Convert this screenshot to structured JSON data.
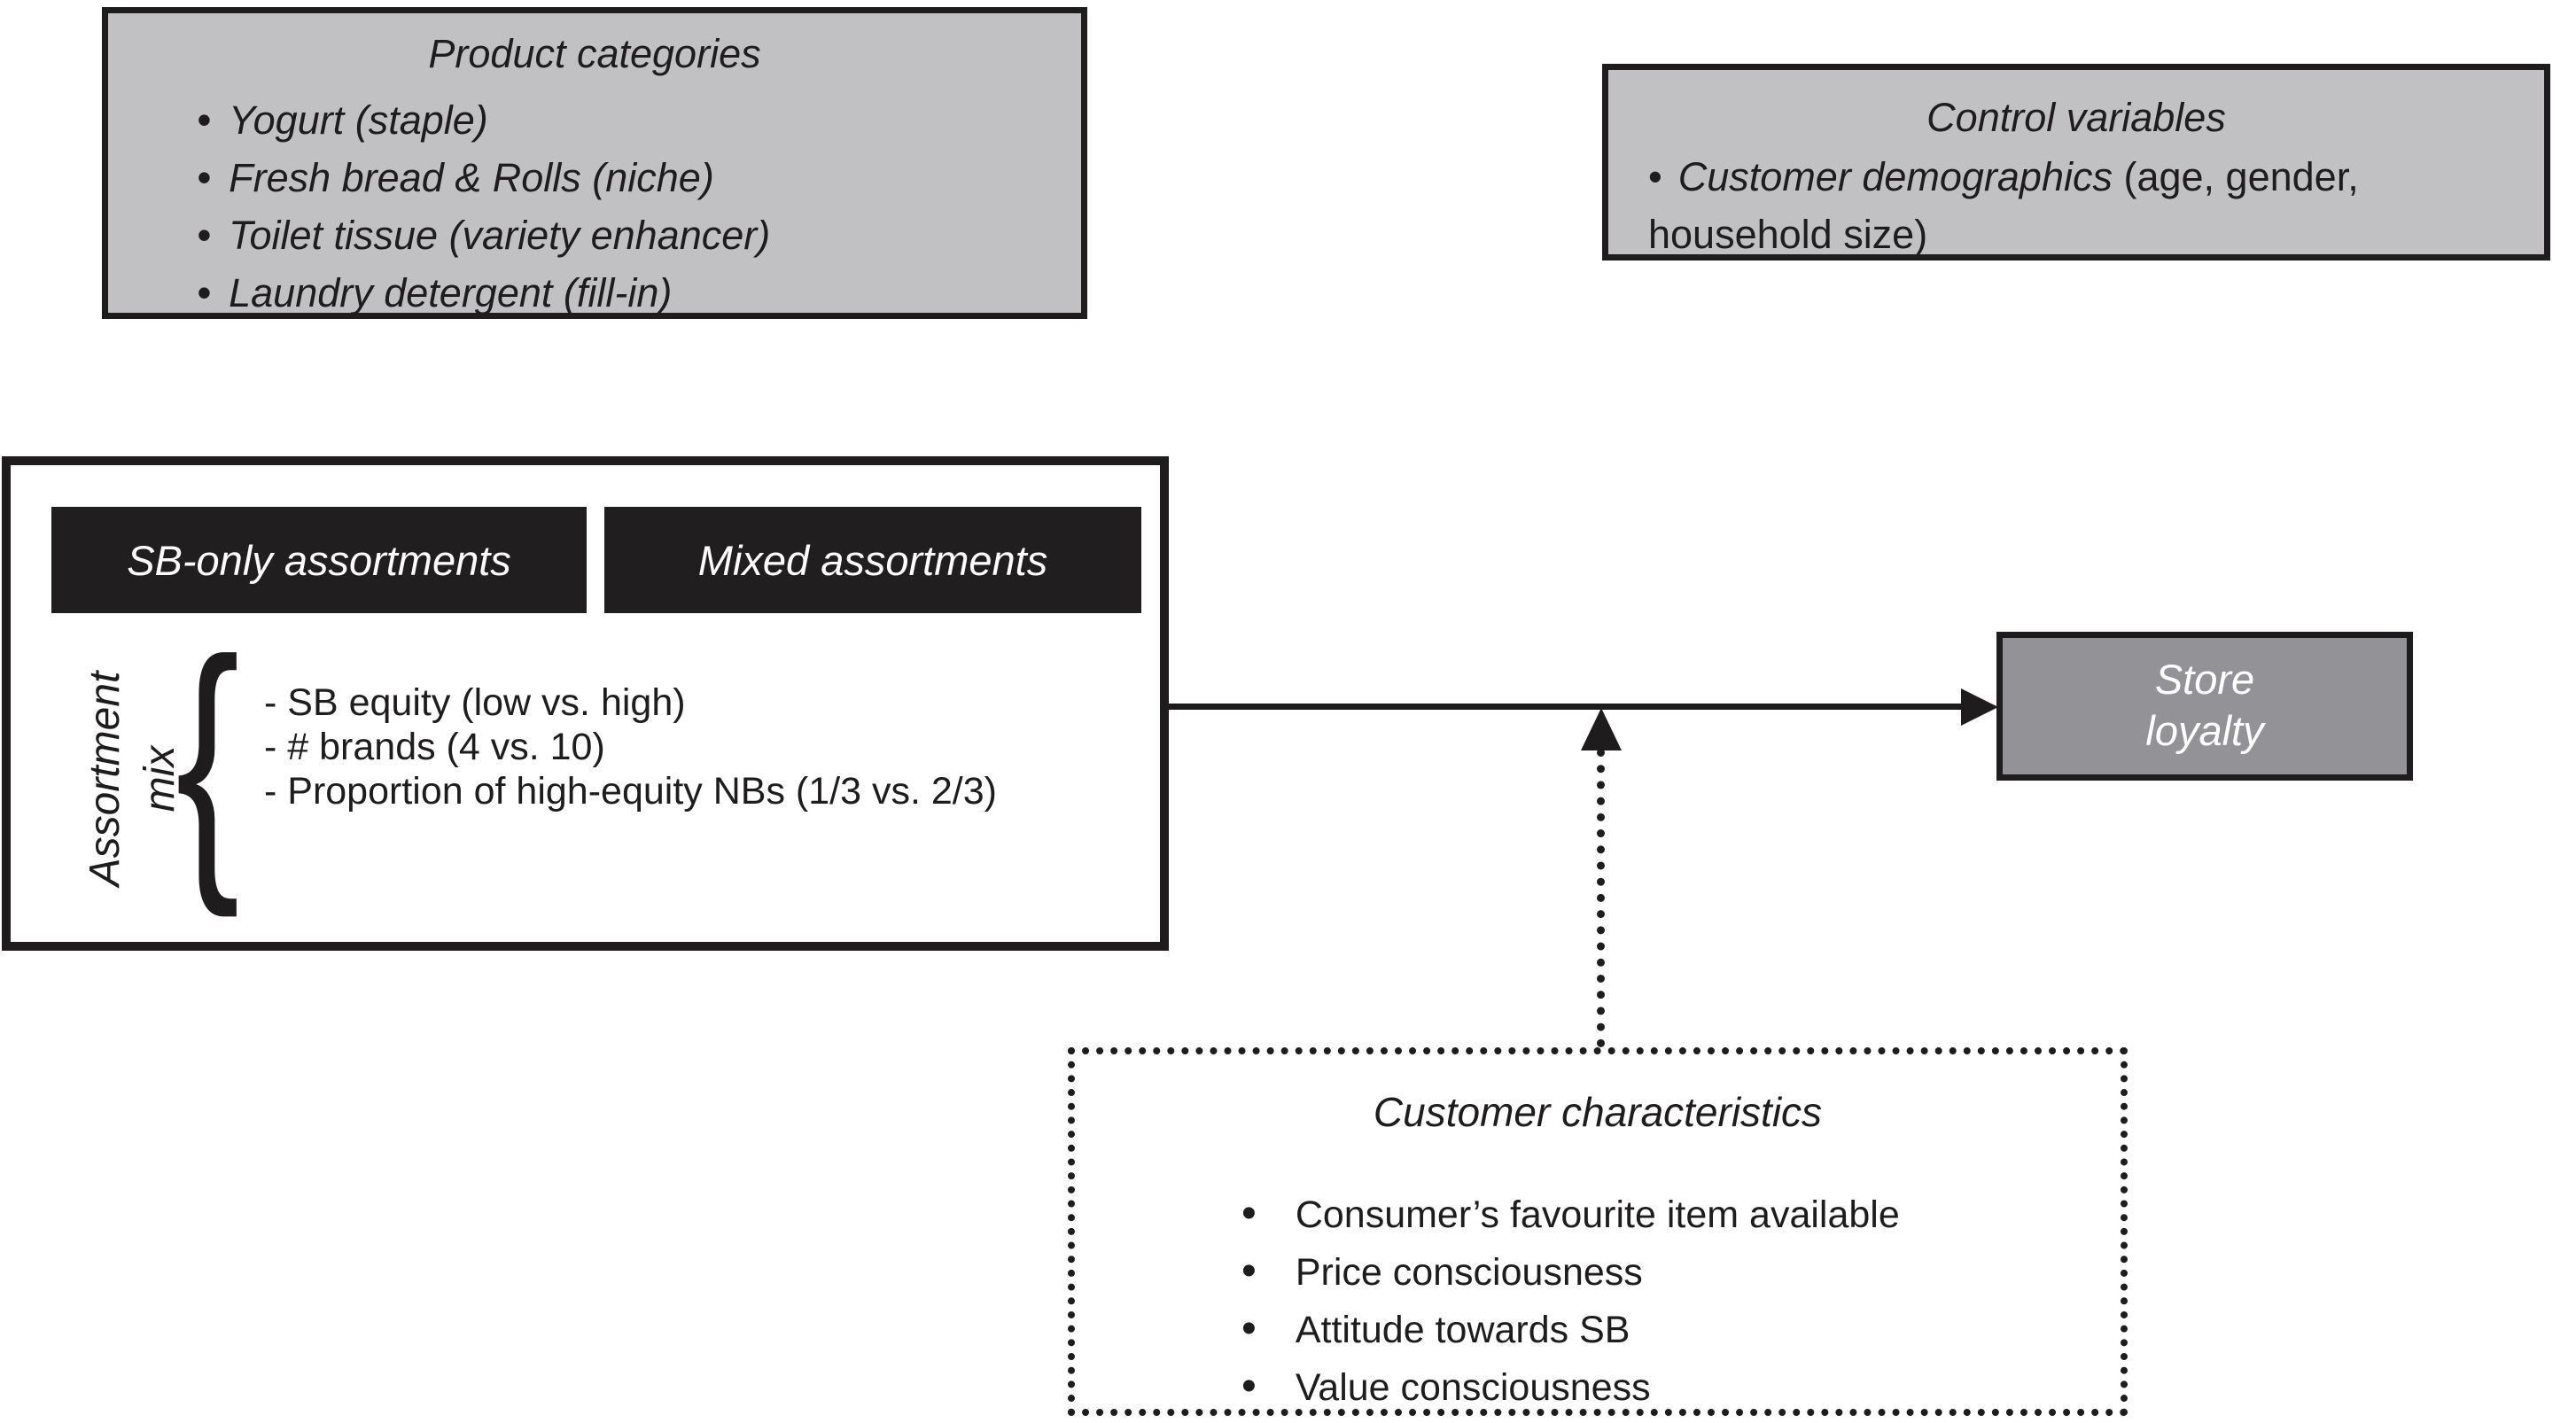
{
  "ui": {
    "bullet": "•"
  },
  "colors": {
    "box_gray": "#c1c1c4",
    "store_gray": "#939397",
    "ink": "#1f1c1e",
    "bar_black": "#211e20",
    "text_white": "#ffffff"
  },
  "product_categories": {
    "title": "Product categories",
    "items": [
      "Yogurt (staple)",
      "Fresh bread & Rolls (niche)",
      "Toilet tissue (variety enhancer)",
      "Laundry detergent (fill-in)"
    ]
  },
  "control_variables": {
    "title": "Control variables",
    "item_italic": "Customer demographics",
    "item_regular": " (age, gender, household size)"
  },
  "assortment": {
    "header_left": "SB-only assortments",
    "header_right": "Mixed assortments",
    "side_label_line1": "Assortment",
    "side_label_line2": "mix",
    "brace": "{",
    "factors": [
      "- SB equity (low vs. high)",
      "- # brands (4 vs. 10)",
      "- Proportion of high-equity NBs (1/3 vs. 2/3)"
    ]
  },
  "store_loyalty": {
    "line1": "Store",
    "line2": "loyalty"
  },
  "customer_characteristics": {
    "title": "Customer characteristics",
    "items": [
      "Consumer’s favourite item available",
      "Price consciousness",
      "Attitude towards SB",
      "Value consciousness"
    ]
  }
}
